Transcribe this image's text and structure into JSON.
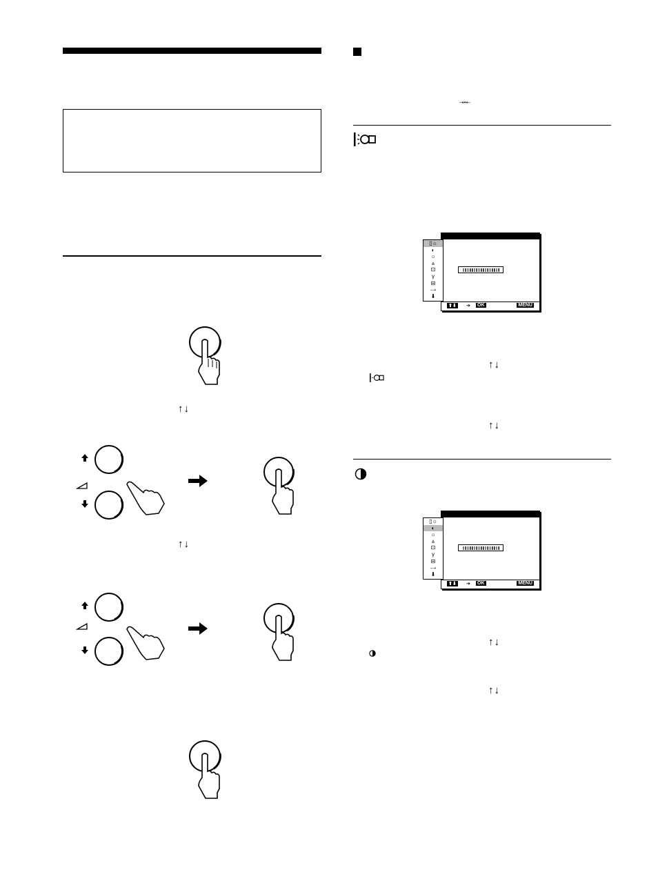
{
  "left_column": {
    "title_bar": "",
    "note_box_text": "",
    "step_arrows": [
      "↑↓",
      "↑↓"
    ],
    "adjust_symbol": "◿",
    "arrow_right": "➡"
  },
  "right_column": {
    "section_bullet": "■",
    "inline_icon": "⇢•⇠",
    "backlight_section": {
      "icon": "backlight-icon",
      "arrows": [
        "↑↓",
        "↑↓"
      ]
    },
    "contrast_section": {
      "icon": "contrast-icon",
      "arrows": [
        "↑↓",
        "↑↓"
      ]
    }
  },
  "osd_backlight": {
    "menu_icons": [
      "▯☼",
      "◐",
      "☼",
      "⩓",
      "⊡",
      "γ",
      "⊟",
      "⤏",
      "⬇"
    ],
    "selected_index": 0,
    "footer": {
      "nav": "⬆⬇",
      "arrow": "➔",
      "ok": "OK",
      "menu": "MENU"
    }
  },
  "osd_contrast": {
    "menu_icons": [
      "▯☼",
      "◐",
      "☼",
      "⩓",
      "⊡",
      "γ",
      "⊟",
      "⤏",
      "⬇"
    ],
    "selected_index": 1,
    "footer": {
      "nav": "⬆⬇",
      "arrow": "➔",
      "ok": "OK",
      "menu": "MENU"
    }
  },
  "colors": {
    "ink": "#000000",
    "paper": "#ffffff",
    "highlight": "#bbbbbb"
  }
}
